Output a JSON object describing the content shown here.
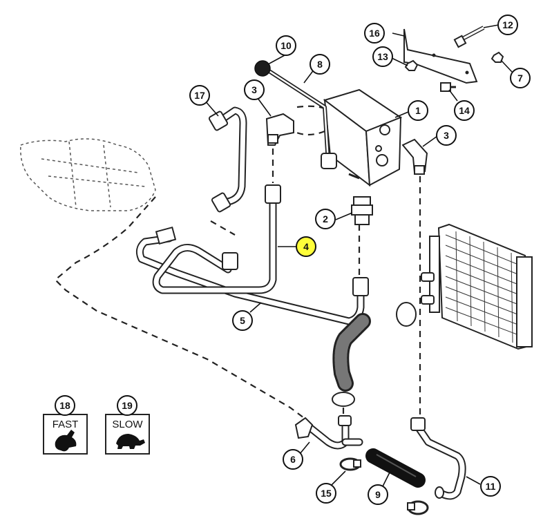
{
  "callouts": [
    {
      "id": "1",
      "label": "1"
    },
    {
      "id": "2",
      "label": "2"
    },
    {
      "id": "3a",
      "label": "3"
    },
    {
      "id": "3b",
      "label": "3"
    },
    {
      "id": "4",
      "label": "4",
      "highlight": true
    },
    {
      "id": "5",
      "label": "5"
    },
    {
      "id": "6",
      "label": "6"
    },
    {
      "id": "7",
      "label": "7"
    },
    {
      "id": "8",
      "label": "8"
    },
    {
      "id": "9",
      "label": "9"
    },
    {
      "id": "10",
      "label": "10"
    },
    {
      "id": "11",
      "label": "11"
    },
    {
      "id": "12",
      "label": "12"
    },
    {
      "id": "13",
      "label": "13"
    },
    {
      "id": "14",
      "label": "14"
    },
    {
      "id": "15",
      "label": "15"
    },
    {
      "id": "16",
      "label": "16"
    },
    {
      "id": "17",
      "label": "17"
    },
    {
      "id": "18",
      "label": "18"
    },
    {
      "id": "19",
      "label": "19"
    }
  ],
  "decals": {
    "fast": "FAST",
    "slow": "SLOW"
  },
  "colors": {
    "highlight": "#ffff3a",
    "line": "#222222"
  }
}
